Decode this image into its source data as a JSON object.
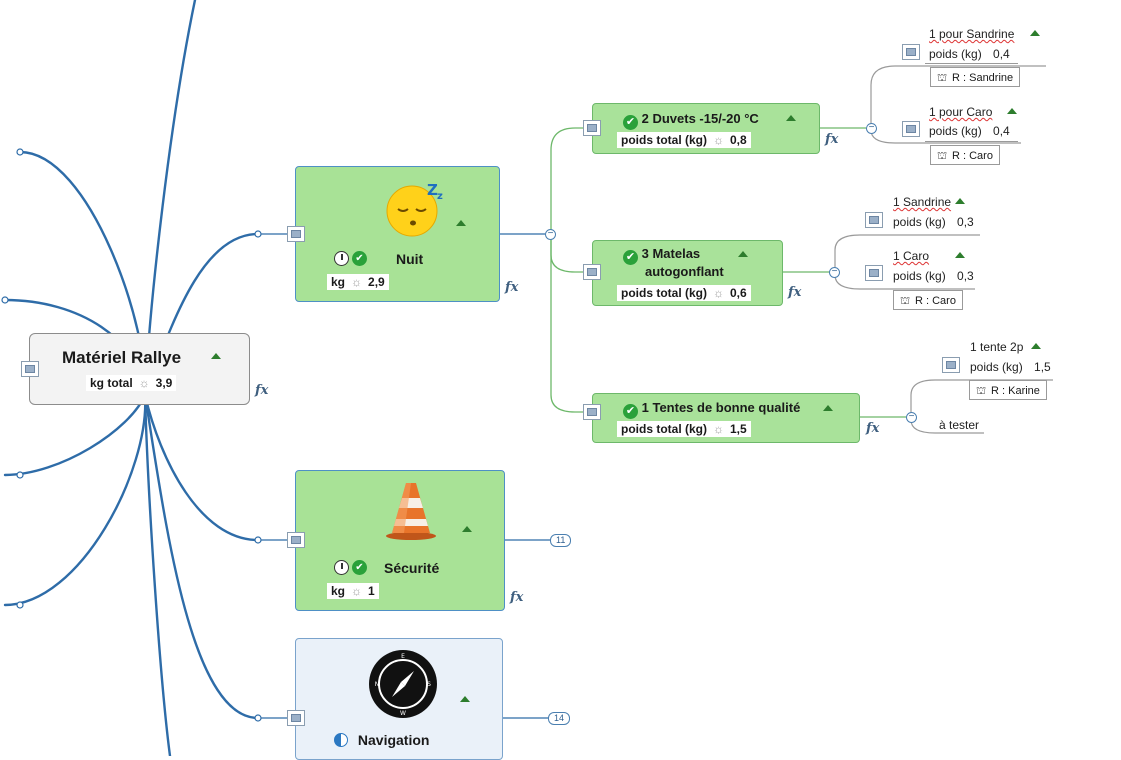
{
  "central": {
    "title": "Matériel Rallye",
    "prop_label": "kg total",
    "prop_value": "3,9"
  },
  "nuit": {
    "title": "Nuit",
    "prop_label": "kg",
    "prop_value": "2,9",
    "children": [
      {
        "title": "2 Duvets -15/-20 °C",
        "prop_label": "poids total (kg)",
        "prop_value": "0,8",
        "items": [
          {
            "title": "1 pour Sandrine",
            "prop_label": "poids (kg)",
            "prop_value": "0,4",
            "resource": "R : Sandrine"
          },
          {
            "title": "1 pour Caro",
            "prop_label": "poids (kg)",
            "prop_value": "0,4",
            "resource": "R : Caro"
          }
        ]
      },
      {
        "title_line1": "3 Matelas",
        "title_line2": "autogonflant",
        "prop_label": "poids total (kg)",
        "prop_value": "0,6",
        "items": [
          {
            "title": "1 Sandrine",
            "prop_label": "poids (kg)",
            "prop_value": "0,3"
          },
          {
            "title": "1 Caro",
            "prop_label": "poids (kg)",
            "prop_value": "0,3",
            "resource": "R : Caro"
          }
        ]
      },
      {
        "title": "1 Tentes de bonne qualité",
        "prop_label": "poids total (kg)",
        "prop_value": "1,5",
        "items": [
          {
            "title": "1 tente 2p",
            "prop_label": "poids (kg)",
            "prop_value": "1,5",
            "resource": "R : Karine"
          },
          {
            "title": "à tester"
          }
        ]
      }
    ]
  },
  "securite": {
    "title": "Sécurité",
    "prop_label": "kg",
    "prop_value": "1",
    "collapsed_count": "11"
  },
  "navigation": {
    "title": "Navigation",
    "collapsed_count": "14"
  },
  "formula_label": "fx",
  "gear_symbol": "☼",
  "icons": {
    "nuit": "sleeping-face-icon",
    "securite": "traffic-cone-icon",
    "navigation": "compass-icon",
    "compass_letters": [
      "N",
      "E",
      "S",
      "W"
    ]
  },
  "colors": {
    "green_topic": "#a9e29a",
    "connector": "#2e6ca8",
    "check": "#2aa13a"
  }
}
